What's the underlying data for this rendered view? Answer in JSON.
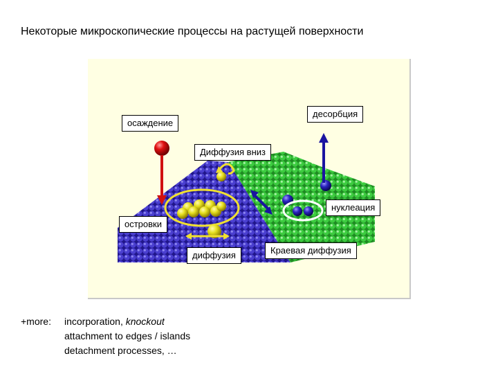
{
  "title": "Некоторые микроскопические процессы на растущей поверхности",
  "labels": {
    "deposition": "осаждение",
    "desorption": "десорбция",
    "downhill_diffusion": "Диффузия вниз",
    "nucleation": "нуклеация",
    "islands": "островки",
    "diffusion": "диффузия",
    "edge_diffusion": "Краевая диффузия"
  },
  "notes": {
    "lead": "+more:",
    "line1_text": "incorporation, ",
    "line1_italic": "knockout",
    "line2": "attachment to edges / islands",
    "line3": "detachment processes, …"
  },
  "colors": {
    "panel_bg": "#ffffe3",
    "substrate": "#3a2fb8",
    "upper_terrace": "#37c43a",
    "island_atoms": "#e6e020",
    "deposited_atom": "#e01010",
    "ring": "#f0e030",
    "nucleation_ring": "#ffffff"
  }
}
